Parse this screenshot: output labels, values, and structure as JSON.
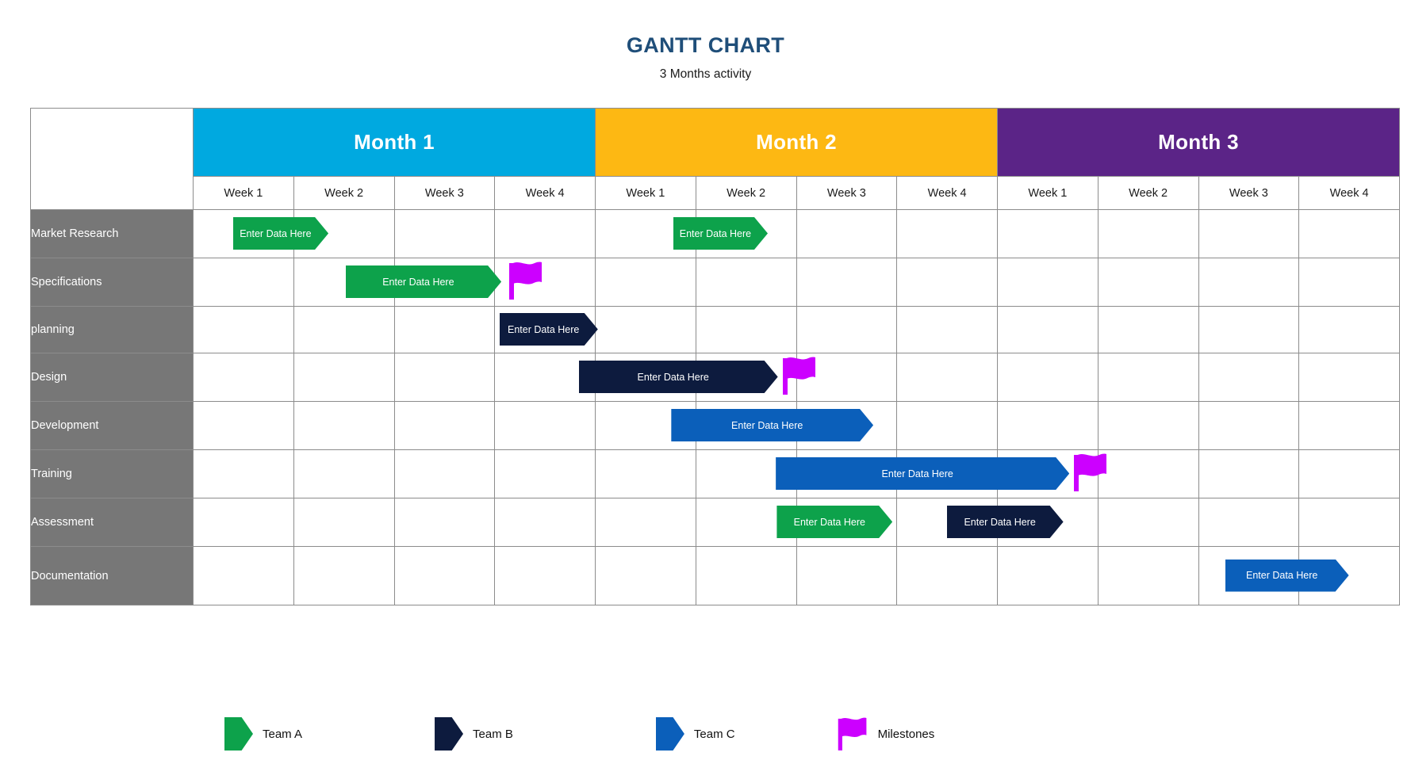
{
  "header": {
    "title": "GANTT CHART",
    "subtitle": "3 Months activity"
  },
  "months": [
    {
      "label": "Month 1",
      "color": "#00A9E0"
    },
    {
      "label": "Month 2",
      "color": "#FDB813"
    },
    {
      "label": "Month 3",
      "color": "#5B2487"
    }
  ],
  "weeks": [
    "Week 1",
    "Week 2",
    "Week 3",
    "Week 4",
    "Week 1",
    "Week 2",
    "Week 3",
    "Week 4",
    "Week 1",
    "Week 2",
    "Week 3",
    "Week 4"
  ],
  "bar_text": "Enter Data Here",
  "tasks": [
    {
      "label": "Market Research"
    },
    {
      "label": "Specifications"
    },
    {
      "label": "planning"
    },
    {
      "label": "Design"
    },
    {
      "label": "Development"
    },
    {
      "label": "Training"
    },
    {
      "label": "Assessment"
    },
    {
      "label": "Documentation"
    }
  ],
  "legend": [
    {
      "label": "Team A",
      "color": "#0DA24B",
      "icon": "arrow-swatch"
    },
    {
      "label": "Team B",
      "color": "#0D1B3E",
      "icon": "arrow-swatch"
    },
    {
      "label": "Team C",
      "color": "#0B5FBA",
      "icon": "arrow-swatch"
    },
    {
      "label": "Milestones",
      "color": "#CC00FF",
      "icon": "flag-icon"
    }
  ],
  "chart_data": {
    "type": "gantt",
    "title": "GANTT CHART",
    "subtitle": "3 Months activity",
    "xlabel": "",
    "ylabel": "",
    "columns": 12,
    "column_labels": [
      "Week 1",
      "Week 2",
      "Week 3",
      "Week 4",
      "Week 1",
      "Week 2",
      "Week 3",
      "Week 4",
      "Week 1",
      "Week 2",
      "Week 3",
      "Week 4"
    ],
    "column_groups": [
      {
        "label": "Month 1",
        "span": 4,
        "color": "#00A9E0"
      },
      {
        "label": "Month 2",
        "span": 4,
        "color": "#FDB813"
      },
      {
        "label": "Month 3",
        "span": 4,
        "color": "#5B2487"
      }
    ],
    "categories": [
      "Market Research",
      "Specifications",
      "planning",
      "Design",
      "Development",
      "Training",
      "Assessment",
      "Documentation"
    ],
    "legend_position": "bottom",
    "grid": true,
    "bars": [
      {
        "row": 0,
        "label": "Enter Data Here",
        "team": "Team A",
        "color": "#0DA24B",
        "start_week": 0.4,
        "end_week": 1.35
      },
      {
        "row": 0,
        "label": "Enter Data Here",
        "team": "Team A",
        "color": "#0DA24B",
        "start_week": 4.78,
        "end_week": 5.72
      },
      {
        "row": 1,
        "label": "Enter Data Here",
        "team": "Team A",
        "color": "#0DA24B",
        "start_week": 1.52,
        "end_week": 3.07
      },
      {
        "row": 2,
        "label": "Enter Data Here",
        "team": "Team B",
        "color": "#0D1B3E",
        "start_week": 3.05,
        "end_week": 4.03
      },
      {
        "row": 3,
        "label": "Enter Data Here",
        "team": "Team B",
        "color": "#0D1B3E",
        "start_week": 3.84,
        "end_week": 5.82
      },
      {
        "row": 4,
        "label": "Enter Data Here",
        "team": "Team C",
        "color": "#0B5FBA",
        "start_week": 4.76,
        "end_week": 6.77
      },
      {
        "row": 5,
        "label": "Enter Data Here",
        "team": "Team C",
        "color": "#0B5FBA",
        "start_week": 5.8,
        "end_week": 8.72
      },
      {
        "row": 6,
        "label": "Enter Data Here",
        "team": "Team A",
        "color": "#0DA24B",
        "start_week": 5.81,
        "end_week": 6.96
      },
      {
        "row": 6,
        "label": "Enter Data Here",
        "team": "Team B",
        "color": "#0D1B3E",
        "start_week": 7.5,
        "end_week": 8.66
      },
      {
        "row": 7,
        "label": "Enter Data Here",
        "team": "Team C",
        "color": "#0B5FBA",
        "start_week": 10.27,
        "end_week": 11.5
      }
    ],
    "milestones": [
      {
        "row": 1,
        "week": 3.1,
        "color": "#CC00FF"
      },
      {
        "row": 3,
        "week": 5.82,
        "color": "#CC00FF"
      },
      {
        "row": 5,
        "week": 8.72,
        "color": "#CC00FF"
      }
    ]
  }
}
